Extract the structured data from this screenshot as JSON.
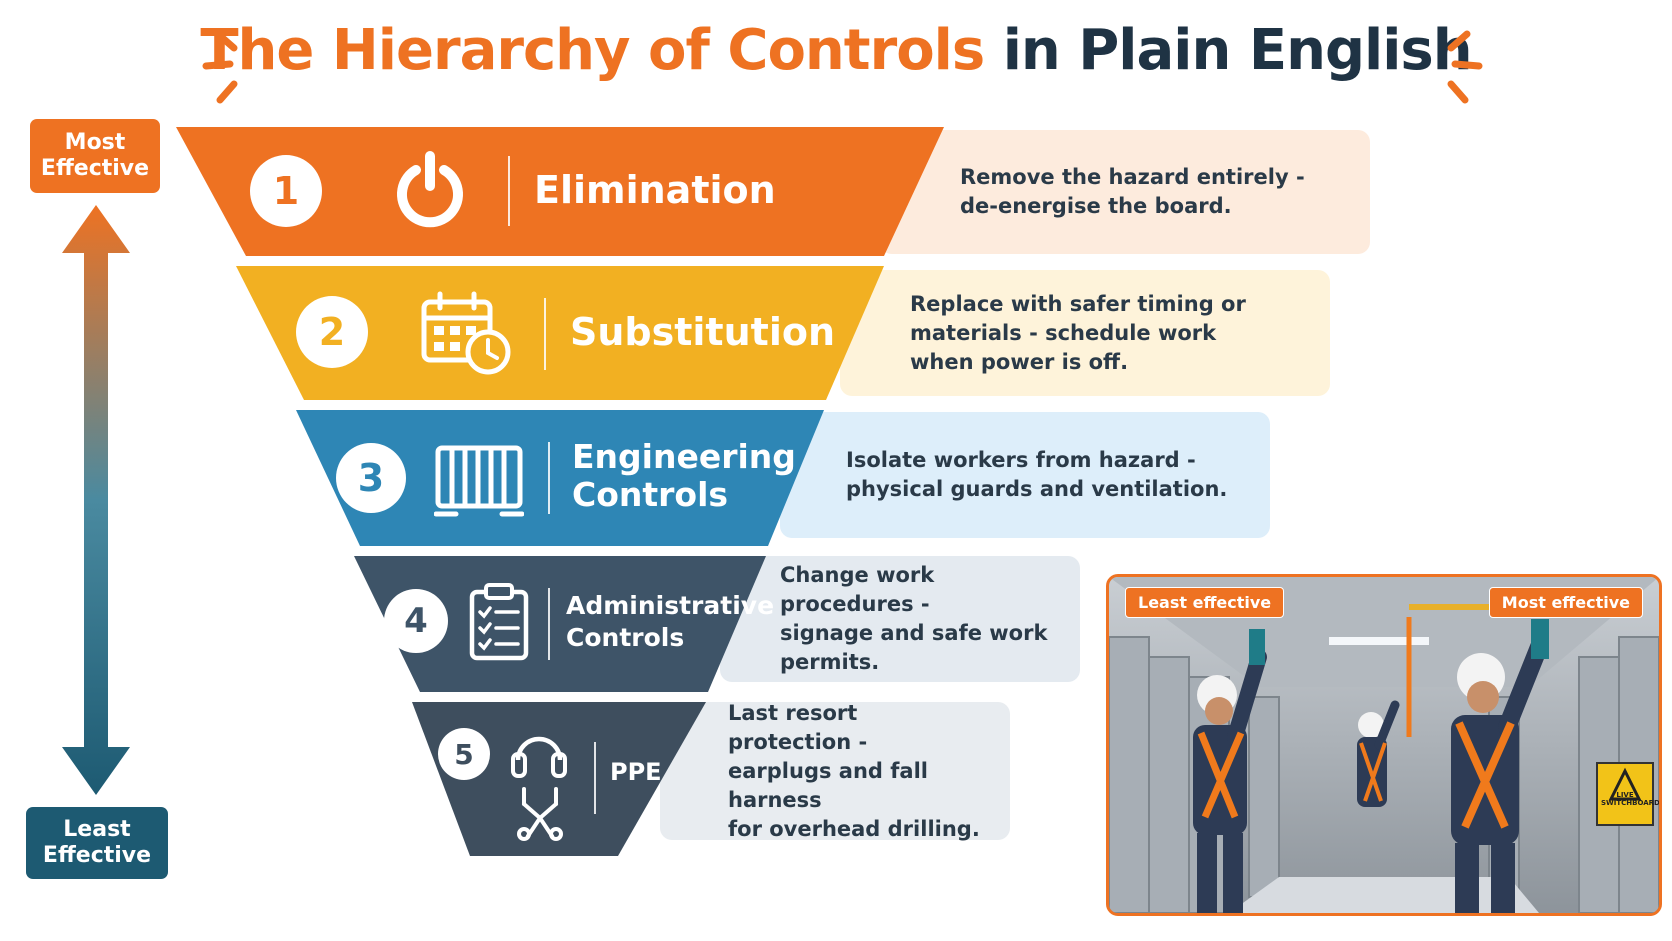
{
  "title": {
    "part1": "The Hierarchy of Controls",
    "part2": "in Plain English"
  },
  "scale": {
    "top_label": "Most\nEffective",
    "bottom_label": "Least\nEffective"
  },
  "levels": [
    {
      "number": "1",
      "label": "Elimination",
      "icon": "power-icon",
      "description": [
        "Remove the hazard entirely -",
        "de-energise the board."
      ],
      "color": "#EE7222",
      "box_color": "#FDEBDD"
    },
    {
      "number": "2",
      "label": "Substitution",
      "icon": "calendar-clock-icon",
      "description": [
        "Replace with safer timing or",
        "materials - schedule work",
        "when power is off."
      ],
      "color": "#F2B022",
      "box_color": "#FEF3DA"
    },
    {
      "number": "3",
      "label": "Engineering\nControls",
      "icon": "barrier-icon",
      "description": [
        "Isolate workers from hazard -",
        "physical guards and ventilation."
      ],
      "color": "#2E86B5",
      "box_color": "#DDEEFA"
    },
    {
      "number": "4",
      "label": "Administrative\nControls",
      "icon": "clipboard-checklist-icon",
      "description": [
        "Change work procedures -",
        "signage and safe work permits."
      ],
      "color": "#3E5468",
      "box_color": "#E4EAF0"
    },
    {
      "number": "5",
      "label": "PPE",
      "icon": "earmuffs-harness-icon",
      "description": [
        "Last resort protection -",
        "earplugs and fall harness",
        "for overhead drilling."
      ],
      "color": "#3E4E5E",
      "box_color": "#E8ECF0"
    }
  ],
  "photo": {
    "tag_left": "Least effective",
    "tag_right": "Most effective",
    "sign_text": "LIVE\nSWITCHBOARD"
  },
  "colors": {
    "orange": "#EE7222",
    "navy": "#1f3344",
    "teal": "#1d5a72"
  }
}
